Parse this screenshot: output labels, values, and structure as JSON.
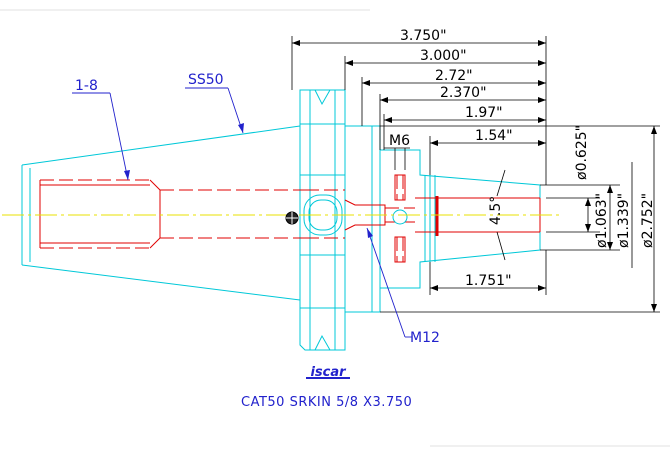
{
  "dimensions": {
    "d_3_750": "3.750\"",
    "d_3_000": "3.000\"",
    "d_2_72": "2.72\"",
    "d_2_370": "2.370\"",
    "d_1_97": "1.97\"",
    "d_1_54": "1.54\"",
    "d_1_751": "1.751\"",
    "m6": "M6",
    "angle": "4.5°",
    "dia_0_625": "ø0.625\"",
    "dia_1_063": "ø1.063\"",
    "dia_1_339": "ø1.339\"",
    "dia_2_752": "ø2.752\""
  },
  "callouts": {
    "thread_1_8": "1-8",
    "ss50": "SS50",
    "m12": "M12"
  },
  "logo": {
    "text": "iscar"
  },
  "caption": "CAT50 SRKIN 5/8 X3.750",
  "colors": {
    "body_outline": "#00c8d8",
    "hidden_lines": "#e00000",
    "dimensions": "#000000",
    "callouts": "#2222cc",
    "centerline": "#e8e000"
  }
}
